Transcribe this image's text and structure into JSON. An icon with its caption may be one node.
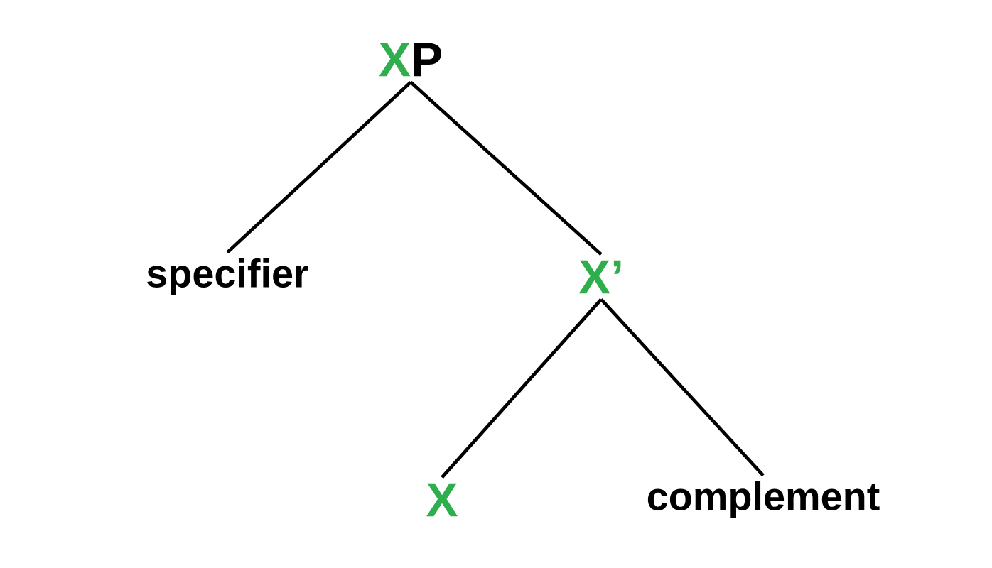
{
  "diagram": {
    "nodes": [
      {
        "text": [
          "X",
          "P"
        ]
      },
      {
        "text": [
          "specifier"
        ]
      },
      {
        "text": [
          "X’"
        ]
      },
      {
        "text": [
          "X"
        ]
      },
      {
        "text": [
          "complement"
        ]
      }
    ],
    "edges": [
      {
        "from": 0,
        "to": 1,
        "arrow": "none"
      },
      {
        "from": 0,
        "to": 2,
        "arrow": "none"
      },
      {
        "from": 2,
        "to": 3,
        "arrow": "none"
      },
      {
        "from": 2,
        "to": 4,
        "arrow": "none"
      }
    ]
  }
}
